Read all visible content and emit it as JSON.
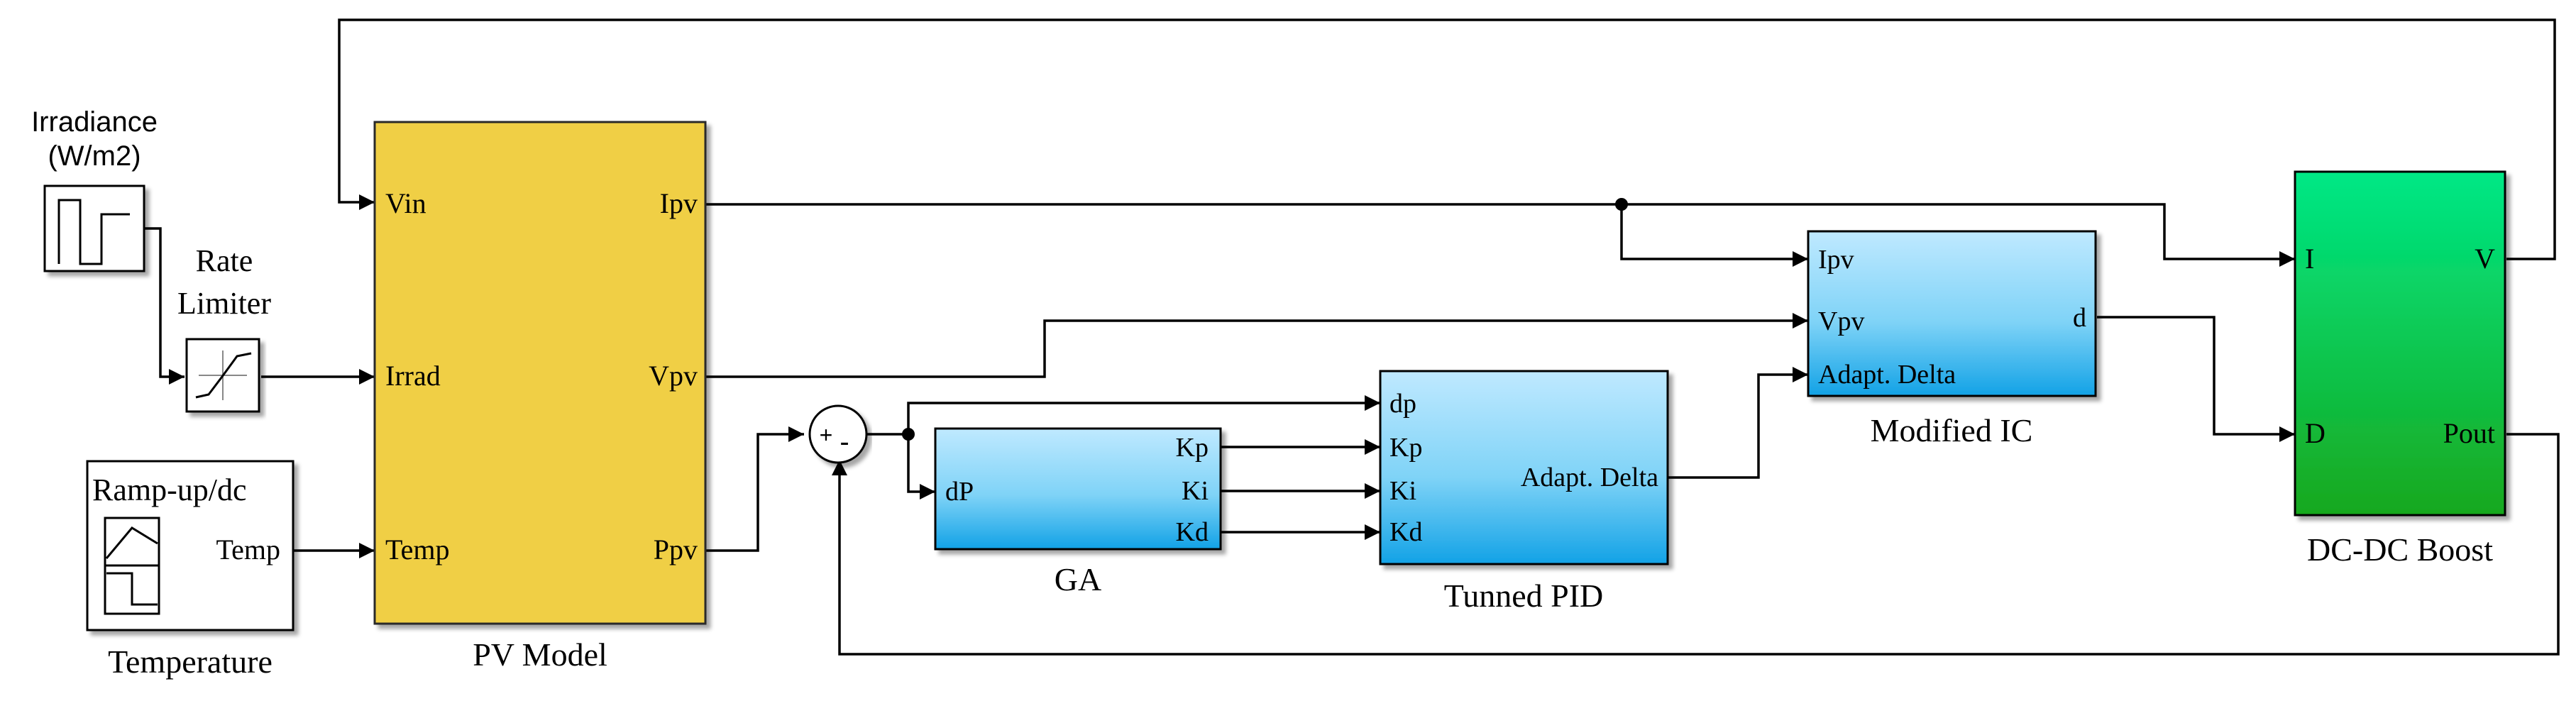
{
  "colors": {
    "pv_model": "#F0CF45",
    "pv_model_border": "#2B2B2B",
    "block_blue_top": "#BFE9FF",
    "block_blue_bottom": "#12A2E6",
    "boost_top": "#00E886",
    "boost_bottom": "#18A81E",
    "wire": "#000000"
  },
  "blocks": {
    "irradiance": {
      "title_line1": "Irradiance",
      "title_line2": "(W/m2)"
    },
    "rate_limiter": {
      "title_line1": "Rate",
      "title_line2": "Limiter"
    },
    "temperature": {
      "inner_title": "Ramp-up/dc",
      "port_out": "Temp",
      "caption": "Temperature"
    },
    "pv_model": {
      "caption": "PV Model",
      "in_ports": [
        "Vin",
        "Irrad",
        "Temp"
      ],
      "out_ports": [
        "Ipv",
        "Vpv",
        "Ppv"
      ]
    },
    "sum": {
      "plus": "+",
      "minus": "-"
    },
    "ga": {
      "caption": "GA",
      "in_port": "dP",
      "out_ports": [
        "Kp",
        "Ki",
        "Kd"
      ]
    },
    "tuned_pid": {
      "caption": "Tunned PID",
      "in_ports": [
        "dp",
        "Kp",
        "Ki",
        "Kd"
      ],
      "out_port": "Adapt. Delta"
    },
    "modified_ic": {
      "caption": "Modified IC",
      "in_ports": [
        "Ipv",
        "Vpv",
        "Adapt. Delta"
      ],
      "out_port": "d"
    },
    "boost": {
      "caption": "DC-DC Boost",
      "in_ports": [
        "I",
        "D"
      ],
      "out_ports": [
        "V",
        "Pout"
      ]
    }
  }
}
